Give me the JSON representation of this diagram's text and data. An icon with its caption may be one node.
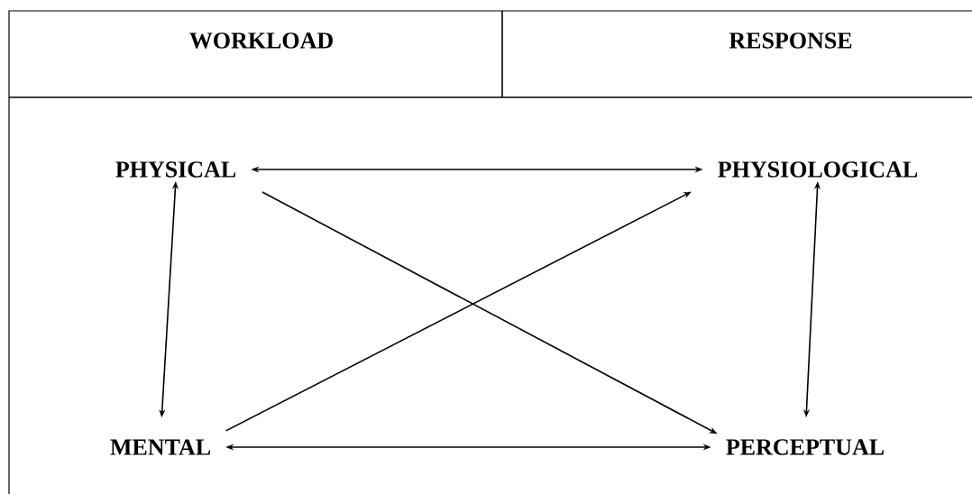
{
  "diagram": {
    "nodes": [
      {
        "text": [
          "PHYSICAL"
        ]
      },
      {
        "text": [
          "PHYSIOLOGICAL"
        ]
      },
      {
        "text": [
          "MENTAL"
        ]
      },
      {
        "text": [
          "PERCEPTUAL"
        ]
      }
    ],
    "edges": [
      {
        "from": 0,
        "to": 1,
        "arrow": "both"
      },
      {
        "from": 0,
        "to": 2,
        "arrow": "both"
      },
      {
        "from": 1,
        "to": 3,
        "arrow": "both"
      },
      {
        "from": 0,
        "to": 3,
        "arrow": "to"
      },
      {
        "from": 2,
        "to": 1,
        "arrow": "to"
      },
      {
        "from": 2,
        "to": 3,
        "arrow": "both"
      }
    ],
    "labels": [
      "WORKLOAD",
      "RESPONSE"
    ]
  }
}
